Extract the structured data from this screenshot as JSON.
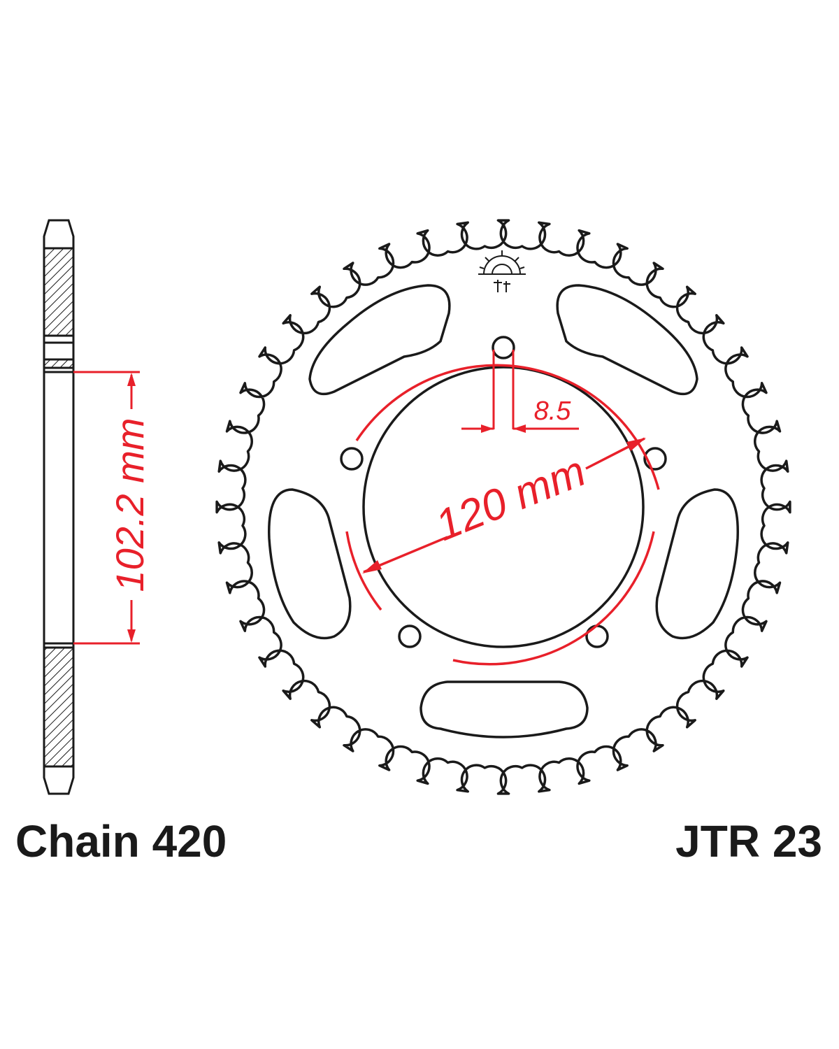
{
  "labels": {
    "chain": "Chain 420",
    "part_number": "JTR 23"
  },
  "dimensions": {
    "bore": "102.2 mm",
    "pcd": "120 mm",
    "bolt_hole": "8.5"
  },
  "sprocket": {
    "teeth": 44,
    "bolt_holes": 5
  },
  "colors": {
    "outline": "#1a1a1a",
    "dimension": "#e8202a",
    "background": "#ffffff"
  }
}
